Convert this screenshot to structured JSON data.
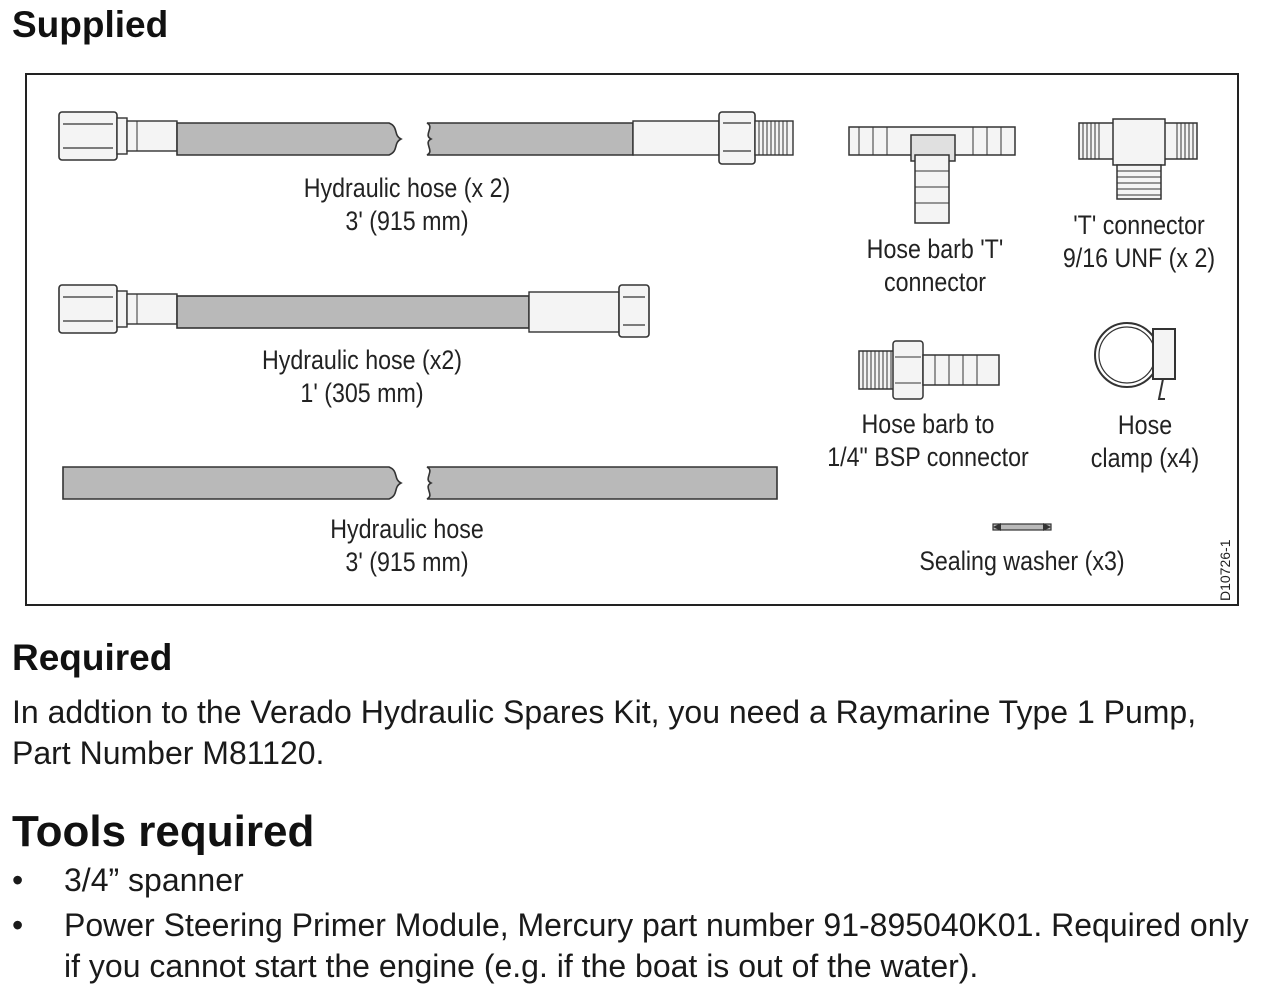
{
  "sections": {
    "supplied_heading": "Supplied",
    "required_heading": "Required",
    "required_text": "In addtion to the Verado Hydraulic Spares Kit, you need a Raymarine Type 1 Pump, Part Number M81120.",
    "tools_heading": "Tools required"
  },
  "figure": {
    "id": "D10726-1",
    "labels": {
      "hose1_l1": "Hydraulic hose (x 2)",
      "hose1_l2": "3' (915 mm)",
      "hose2_l1": "Hydraulic hose (x2)",
      "hose2_l2": "1' (305 mm)",
      "hose3_l1": "Hydraulic hose",
      "hose3_l2": "3' (915 mm)",
      "barbt_l1": "Hose barb 'T'",
      "barbt_l2": "connector",
      "tconn_l1": "'T' connector",
      "tconn_l2": "9/16 UNF (x 2)",
      "barbbsp_l1": "Hose barb to",
      "barbbsp_l2": "1/4\" BSP connector",
      "clamp_l1": "Hose",
      "clamp_l2": "clamp (x4)",
      "washer": "Sealing washer (x3)"
    }
  },
  "tools": [
    {
      "bullet": "•",
      "text": "3/4” spanner"
    },
    {
      "bullet": "•",
      "text": "Power Steering Primer Module, Mercury part number 91-895040K01. Required only if you cannot start the engine (e.g. if the boat is out of the water)."
    }
  ]
}
